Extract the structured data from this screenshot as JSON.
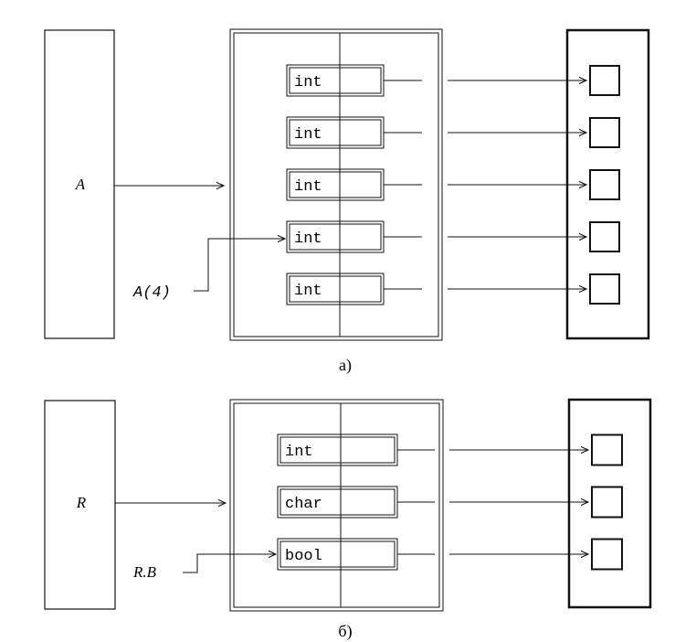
{
  "panel_a": {
    "variable_label": "A",
    "pointer_label": "A(4)",
    "caption": "а)",
    "fields": [
      {
        "type": "int"
      },
      {
        "type": "int"
      },
      {
        "type": "int"
      },
      {
        "type": "int"
      },
      {
        "type": "int"
      }
    ]
  },
  "panel_b": {
    "variable_label": "R",
    "pointer_label": "R.B",
    "caption": "б)",
    "fields": [
      {
        "type": "int"
      },
      {
        "type": "char"
      },
      {
        "type": "bool"
      }
    ]
  },
  "colors": {
    "stroke": "#111111",
    "background": "#ffffff"
  }
}
